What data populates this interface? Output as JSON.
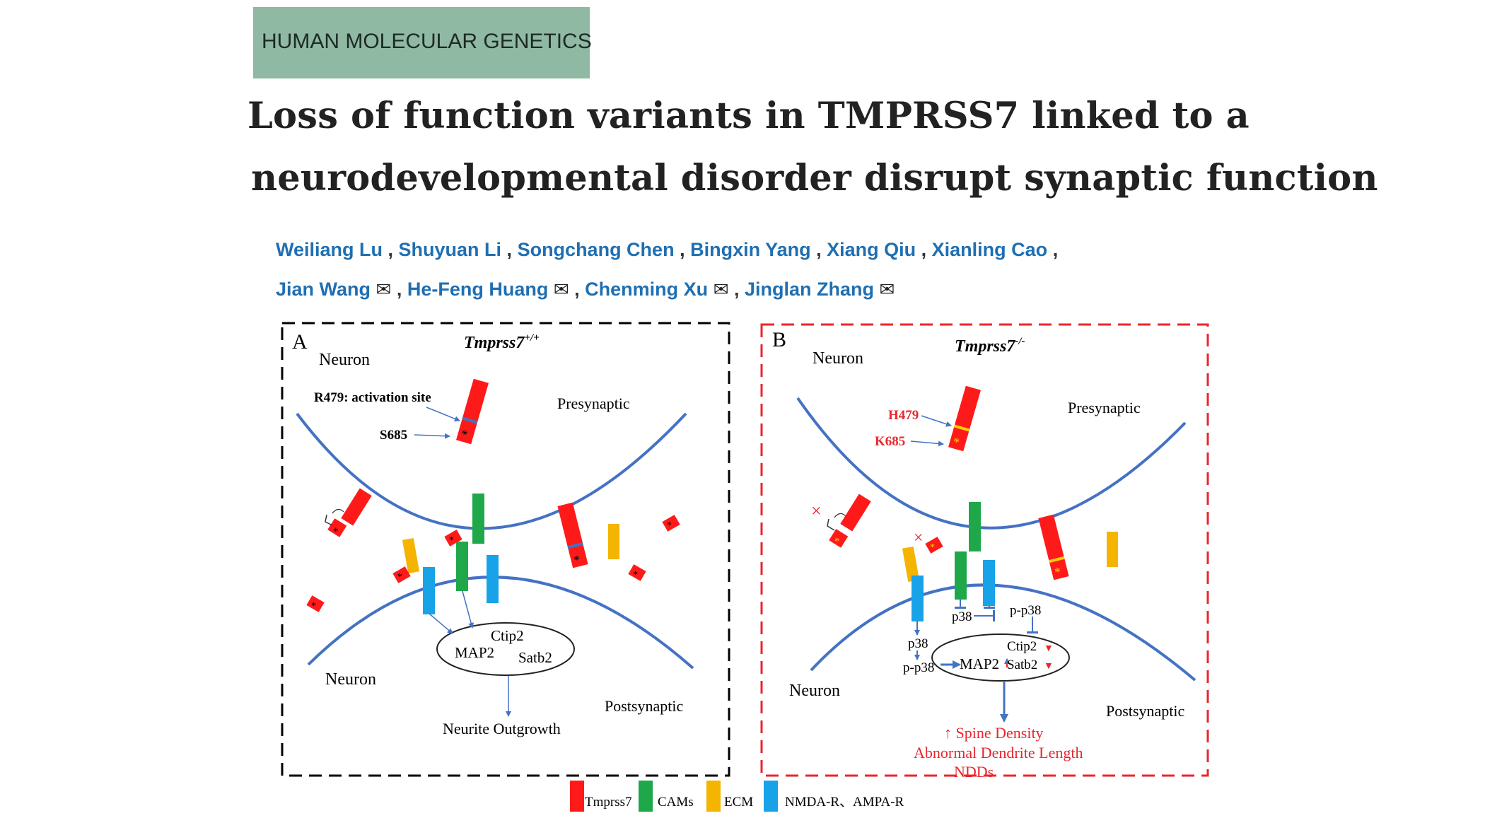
{
  "journal": "HUMAN MOLECULAR GENETICS",
  "title": {
    "line1": "Loss of function variants in TMPRSS7  linked to a",
    "line2": "neurodevelopmental disorder disrupt synaptic function"
  },
  "authors": {
    "line1": [
      {
        "name": "Weiliang Lu",
        "sep": " , "
      },
      {
        "name": "Shuyuan Li",
        "sep": " , "
      },
      {
        "name": "Songchang Chen",
        "sep": " , "
      },
      {
        "name": "Bingxin Yang",
        "sep": " , "
      },
      {
        "name": "Xiang Qiu",
        "sep": " , "
      },
      {
        "name": "Xianling Cao",
        "sep": " ,"
      }
    ],
    "line2": [
      {
        "name": "Jian Wang",
        "sep": " , "
      },
      {
        "name": "He-Feng Huang",
        "sep": " , "
      },
      {
        "name": "Chenming Xu",
        "sep": " , "
      },
      {
        "name": "Jinglan Zhang",
        "sep": ""
      }
    ],
    "mail_icon": "✉"
  },
  "panel_a": {
    "letter": "A",
    "genotype": "Tmprss7",
    "genotype_sup": "+/+",
    "neuron_top": "Neuron",
    "neuron_bottom": "Neuron",
    "presynaptic": "Presynaptic",
    "postsynaptic": "Postsynaptic",
    "site1": "R479: activation site",
    "site2": "S685",
    "nucleus": {
      "ctip2": "Ctip2",
      "map2": "MAP2",
      "satb2": "Satb2"
    },
    "outcome": "Neurite Outgrowth",
    "star": "*"
  },
  "panel_b": {
    "letter": "B",
    "genotype": "Tmprss7",
    "genotype_sup": "-/-",
    "neuron_top": "Neuron",
    "neuron_bottom": "Neuron",
    "presynaptic": "Presynaptic",
    "postsynaptic": "Postsynaptic",
    "site1": "H479",
    "site2": "K685",
    "p38": "p38",
    "pp38": "p-p38",
    "nucleus": {
      "ctip2": "Ctip2",
      "map2": "MAP2",
      "satb2": "Satb2"
    },
    "outcome1": "↑ Spine Density",
    "outcome2": "Abnormal Dendrite Length",
    "outcome3": "NDDs",
    "cross": "×",
    "star": "*"
  },
  "legend": [
    {
      "label": "Tmprss7",
      "color": "#ff1a1a"
    },
    {
      "label": "CAMs",
      "color": "#1fa84a"
    },
    {
      "label": "ECM",
      "color": "#f4b400"
    },
    {
      "label": "NMDA-R、AMPA-R",
      "color": "#18a3e8"
    }
  ],
  "colors": {
    "membrane": "#4472c4",
    "panel_a_border": "#000000",
    "panel_b_border": "#e8262c",
    "red_text": "#e8262c",
    "banner": "#8fb9a3"
  }
}
